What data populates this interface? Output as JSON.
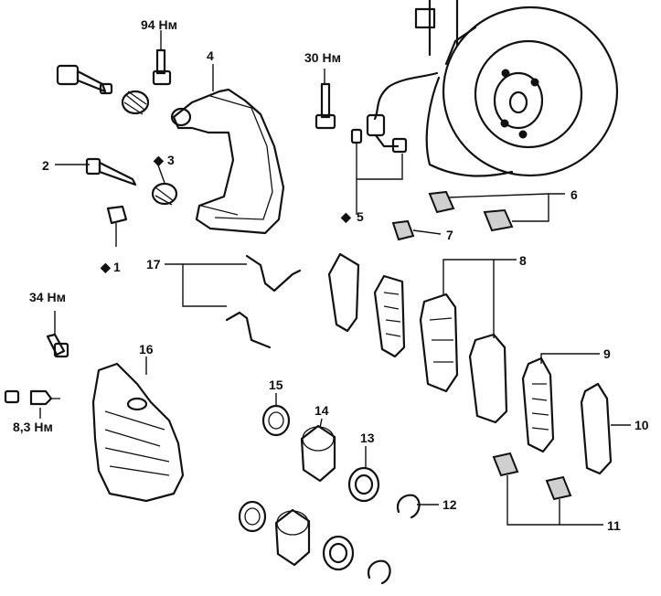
{
  "labels": {
    "l1": "1",
    "l2": "2",
    "l3": "3",
    "l4": "4",
    "l5": "5",
    "l6": "6",
    "l7": "7",
    "l8": "8",
    "l9": "9",
    "l10": "10",
    "l11": "11",
    "l12": "12",
    "l13": "13",
    "l14": "14",
    "l15": "15",
    "l16": "16",
    "l17": "17"
  },
  "torques": {
    "t94": "94 Нм",
    "t30": "30 Нм",
    "t34": "34 Нм",
    "t83": "8,3 Нм"
  },
  "marker_symbol": "◆"
}
